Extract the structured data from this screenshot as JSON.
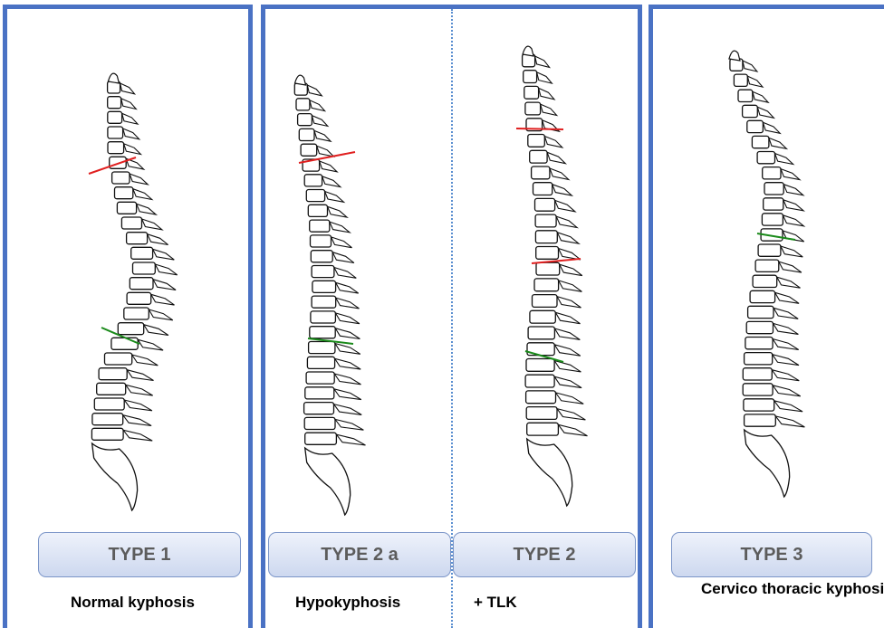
{
  "panels": [
    {
      "id": "type1",
      "label": "TYPE 1",
      "caption": "Normal kyphosis"
    },
    {
      "id": "type2a",
      "label": "TYPE 2 a",
      "caption": "Hypokyphosis"
    },
    {
      "id": "type2",
      "label": "TYPE 2",
      "caption": "+ TLK"
    },
    {
      "id": "type3",
      "label": "TYPE 3",
      "caption": "Cervico thoracic kyphosis"
    }
  ],
  "colors": {
    "frame": "#4a72c4",
    "divider": "#5b8fd0",
    "red_marker": "#e02020",
    "green_marker": "#1a8a1a",
    "outline": "#111111"
  }
}
